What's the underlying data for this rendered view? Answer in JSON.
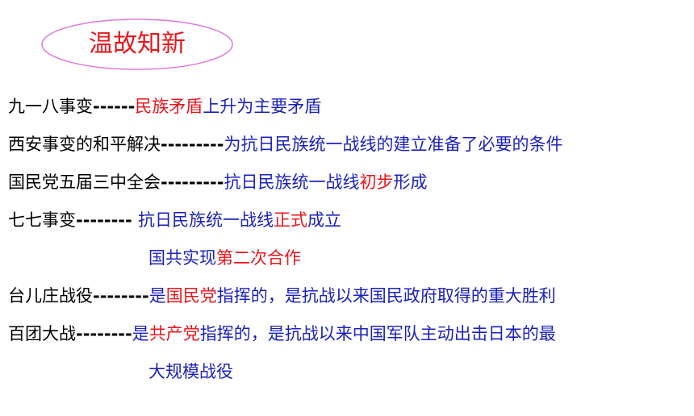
{
  "title": "温故知新",
  "colors": {
    "black": "#000000",
    "blue": "#1c22b8",
    "red": "#e8161b",
    "ellipse": "#e079d8"
  },
  "lines": [
    {
      "event": "九一八事变",
      "dash": "------",
      "parts": [
        {
          "text": "民族矛盾",
          "color": "red"
        },
        {
          "text": "上升为主要矛盾",
          "color": "blue"
        }
      ]
    },
    {
      "event": "西安事变的和平解决",
      "dash": "---------",
      "parts": [
        {
          "text": "为抗日民族统一战线的建立准备了必要的条件",
          "color": "blue"
        }
      ]
    },
    {
      "event": "国民党五届三中全会",
      "dash": "---------",
      "parts": [
        {
          "text": "抗日民族统一战线",
          "color": "blue"
        },
        {
          "text": "初步",
          "color": "red"
        },
        {
          "text": "形成",
          "color": "blue"
        }
      ]
    },
    {
      "event": "七七事变",
      "dash": "-------- ",
      "parts": [
        {
          "text": "抗日民族统一战线",
          "color": "blue"
        },
        {
          "text": "正式",
          "color": "red"
        },
        {
          "text": "成立",
          "color": "blue"
        }
      ]
    },
    {
      "event": "",
      "dash": "",
      "parts": [
        {
          "text": "国共实现",
          "color": "blue"
        },
        {
          "text": "第二次合作",
          "color": "red"
        }
      ]
    },
    {
      "event": "台儿庄战役",
      "dash": "--------",
      "parts": [
        {
          "text": "是",
          "color": "blue"
        },
        {
          "text": "国民党",
          "color": "red"
        },
        {
          "text": "指挥的，是抗战以来国民政府取得的重大胜利",
          "color": "blue"
        }
      ]
    },
    {
      "event": "百团大战",
      "dash": "--------",
      "parts": [
        {
          "text": "是",
          "color": "blue"
        },
        {
          "text": "共产党",
          "color": "red"
        },
        {
          "text": "指挥的，是抗战以来中国军队主动出击日本的最",
          "color": "blue"
        }
      ]
    },
    {
      "event": "",
      "dash": "",
      "parts": [
        {
          "text": "大规模战役",
          "color": "blue"
        }
      ]
    }
  ]
}
